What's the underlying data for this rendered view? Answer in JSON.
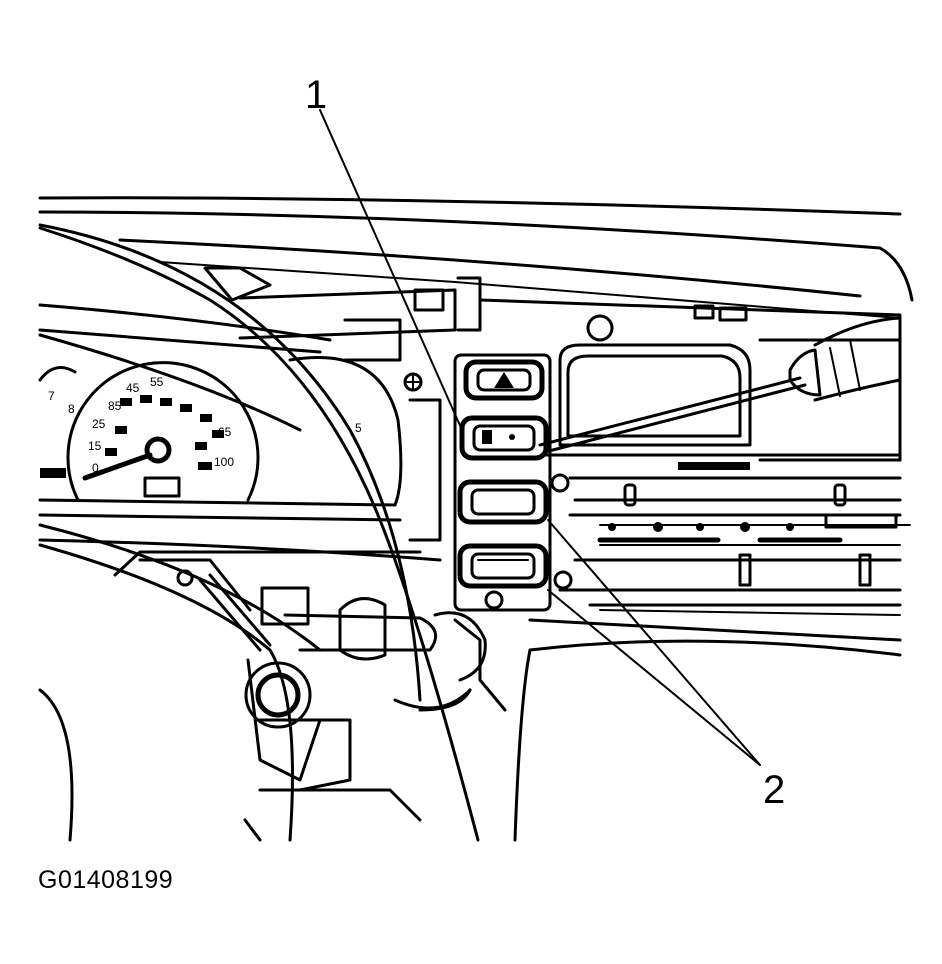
{
  "callouts": [
    {
      "id": "1",
      "label": "1"
    },
    {
      "id": "2",
      "label": "2"
    }
  ],
  "figure_id": "G01408199",
  "speedometer": {
    "ticks": [
      "7",
      "8",
      "25",
      "15",
      "0",
      "45",
      "55",
      "65",
      "85",
      "100",
      "5"
    ]
  },
  "colors": {
    "ink": "#000000",
    "paper": "#ffffff"
  }
}
